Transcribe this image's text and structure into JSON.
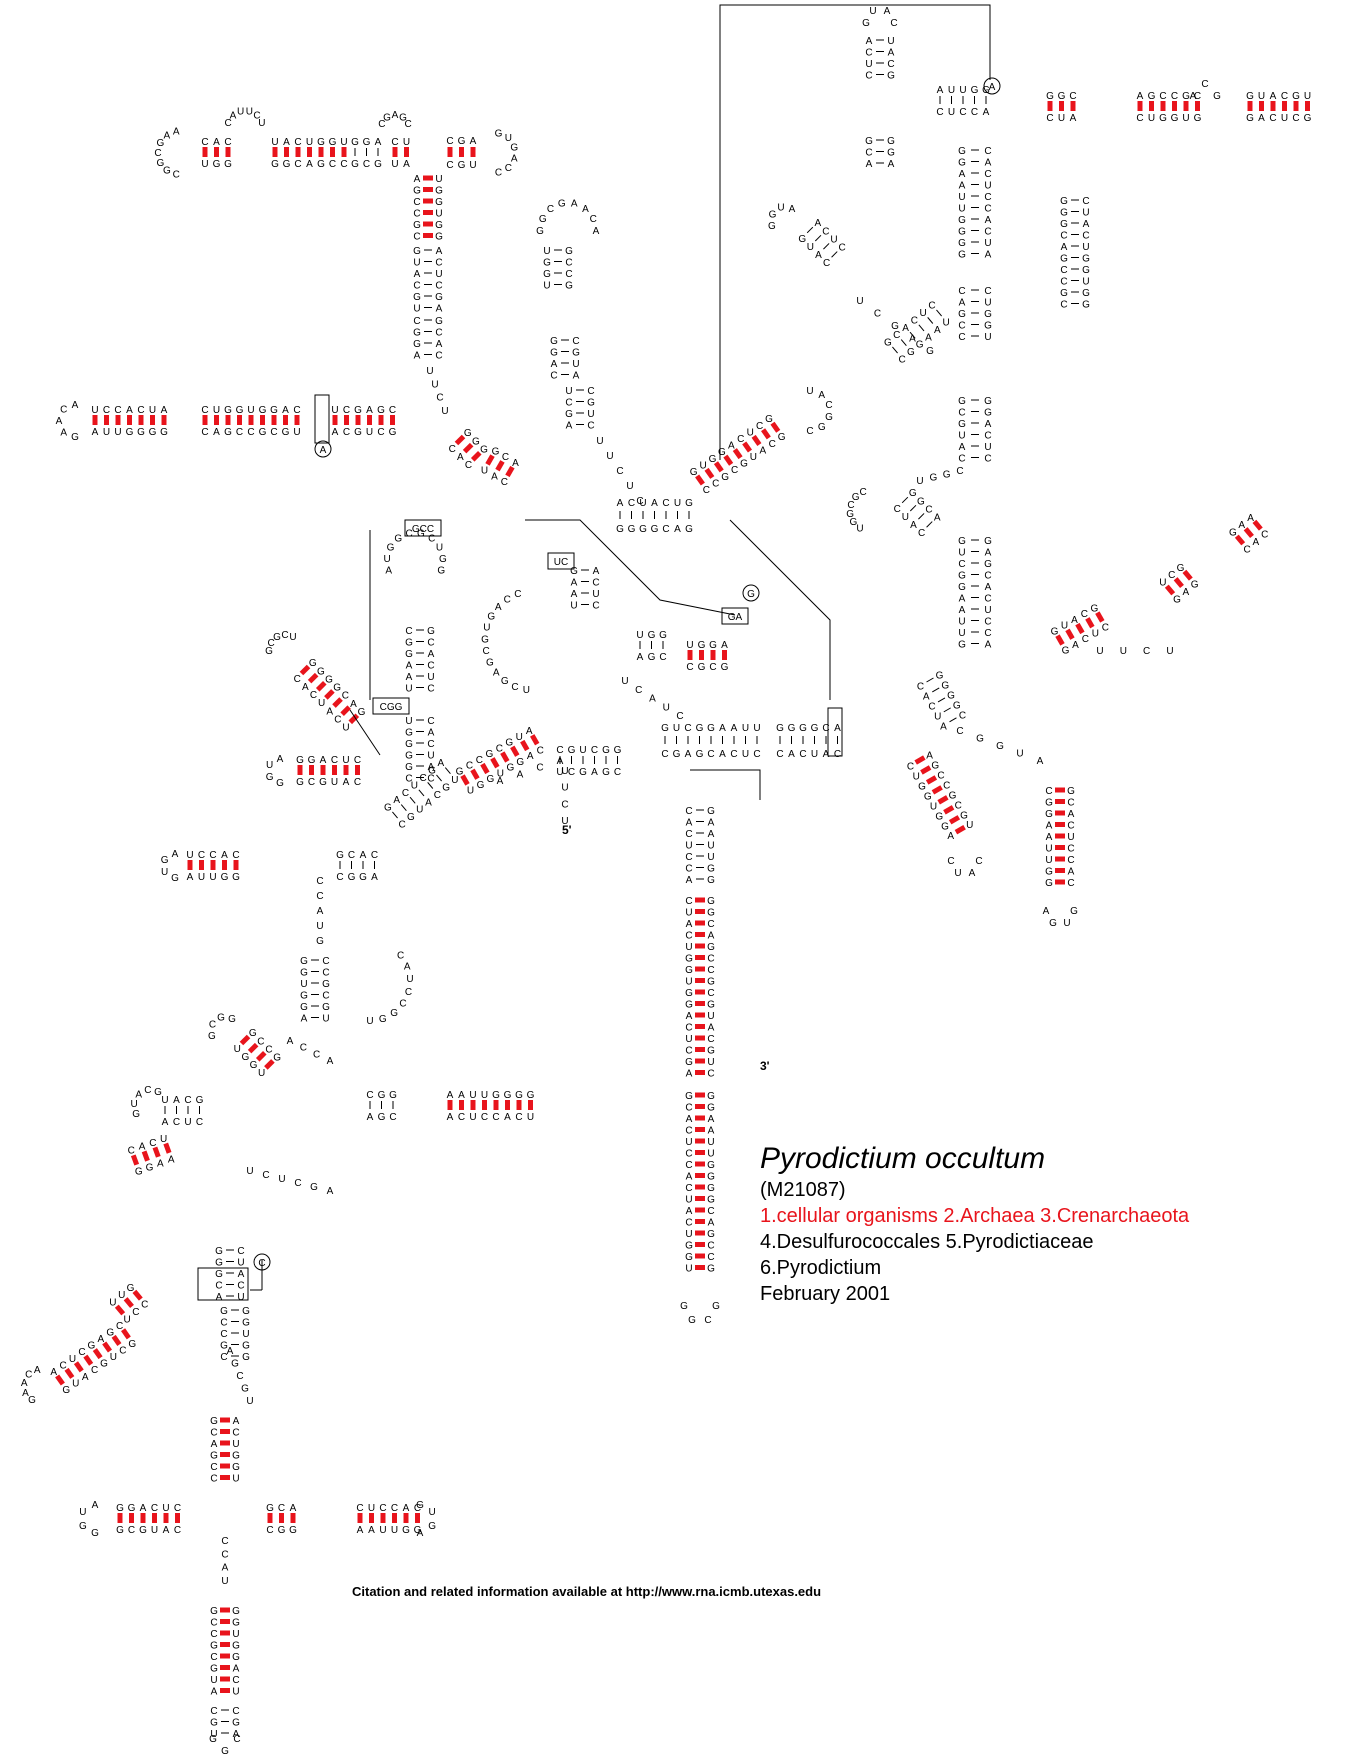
{
  "title": "Pyrodictium occultum",
  "accession": "(M21087)",
  "taxonomy_line1": "1.cellular organisms 2.Archaea 3.Crenarchaeota",
  "taxonomy_line2": "4.Desulfurococcales 5.Pyrodictiaceae",
  "taxonomy_line3": "6.Pyrodictium",
  "date": "February 2001",
  "citation": "Citation and related information available at http://www.rna.icmb.utexas.edu",
  "five_prime": "5'",
  "three_prime": "3'",
  "circled": [
    "A",
    "A",
    "G",
    "C"
  ],
  "boxed": [
    "GCC",
    "UC",
    "GA",
    "CGG"
  ],
  "colors": {
    "highlight": "#e8141c",
    "text": "#000000"
  }
}
